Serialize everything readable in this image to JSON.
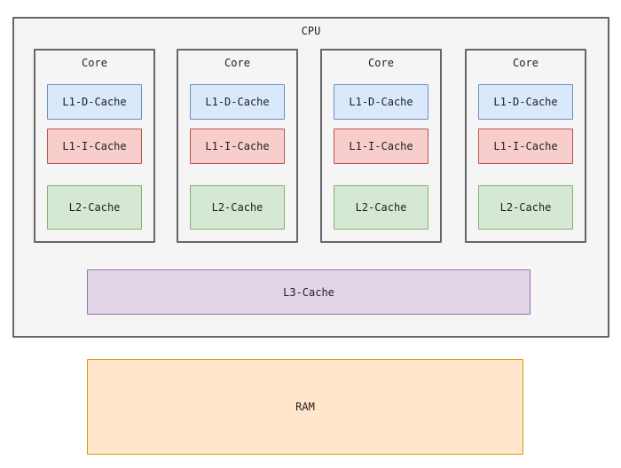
{
  "cpu": {
    "label": "CPU"
  },
  "cores": [
    {
      "label": "Core",
      "l1d": "L1-D-Cache",
      "l1i": "L1-I-Cache",
      "l2": "L2-Cache"
    },
    {
      "label": "Core",
      "l1d": "L1-D-Cache",
      "l1i": "L1-I-Cache",
      "l2": "L2-Cache"
    },
    {
      "label": "Core",
      "l1d": "L1-D-Cache",
      "l1i": "L1-I-Cache",
      "l2": "L2-Cache"
    },
    {
      "label": "Core",
      "l1d": "L1-D-Cache",
      "l1i": "L1-I-Cache",
      "l2": "L2-Cache"
    }
  ],
  "l3": {
    "label": "L3-Cache"
  },
  "ram": {
    "label": "RAM"
  },
  "colors": {
    "container_fill": "#f5f5f5",
    "container_stroke": "#666666",
    "l1d_fill": "#dae8fc",
    "l1d_stroke": "#6c8ebf",
    "l1i_fill": "#f8cecc",
    "l1i_stroke": "#b85450",
    "l2_fill": "#d5e8d4",
    "l2_stroke": "#82b366",
    "l3_fill": "#e1d5e7",
    "l3_stroke": "#9673a6",
    "ram_fill": "#ffe6cc",
    "ram_stroke": "#d79b00"
  }
}
